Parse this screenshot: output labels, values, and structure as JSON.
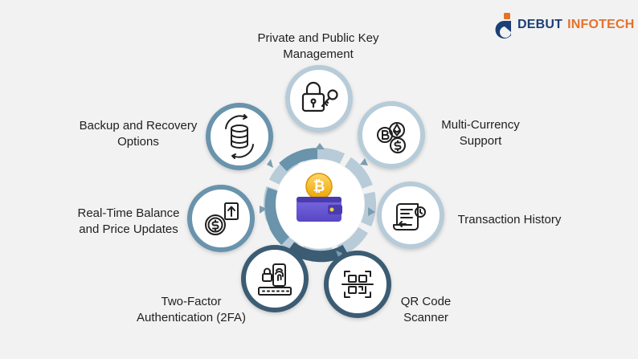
{
  "brand": {
    "name_part1": "DEBUT",
    "name_part2": "INFOTECH",
    "colors": {
      "primary": "#1b3f78",
      "accent": "#e5712a"
    }
  },
  "center": {
    "icon": "crypto-wallet-icon",
    "coin_symbol": "₿"
  },
  "features": [
    {
      "id": "key-management",
      "lines": [
        "Private and Public Key",
        "Management"
      ],
      "icon": "lock-key-icon"
    },
    {
      "id": "multi-currency",
      "lines": [
        "Multi-Currency",
        "Support"
      ],
      "icon": "coins-icon"
    },
    {
      "id": "transaction-history",
      "lines": [
        "Transaction History"
      ],
      "icon": "document-list-icon"
    },
    {
      "id": "qr-scanner",
      "lines": [
        "QR Code",
        "Scanner"
      ],
      "icon": "qr-scan-icon"
    },
    {
      "id": "two-factor",
      "lines": [
        "Two-Factor",
        "Authentication (2FA)"
      ],
      "icon": "phone-fingerprint-icon"
    },
    {
      "id": "realtime-balance",
      "lines": [
        "Real-Time Balance",
        "and Price Updates"
      ],
      "icon": "dollar-chart-icon"
    },
    {
      "id": "backup-recovery",
      "lines": [
        "Backup and Recovery",
        "Options"
      ],
      "icon": "database-sync-icon"
    }
  ],
  "colors": {
    "ring_light": "#b7cbd8",
    "ring_mid": "#6a93ac",
    "ring_dark": "#3b5c73",
    "ring_darkest": "#2c3e50",
    "icon_stroke": "#1f1f1f",
    "wallet": "#6b5bd6",
    "coin": "#f2b51b"
  }
}
